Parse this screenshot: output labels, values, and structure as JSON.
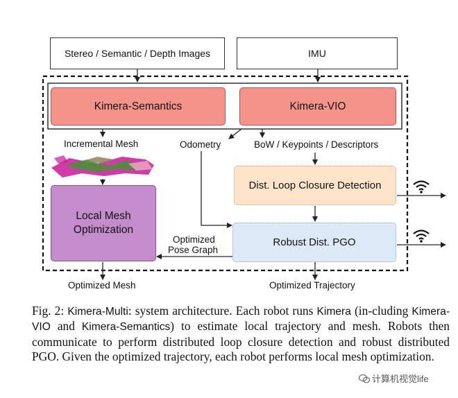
{
  "inputs": {
    "sensors": "Stereo / Semantic / Depth Images",
    "imu": "IMU"
  },
  "modules": {
    "kimera_semantics": "Kimera-Semantics",
    "kimera_vio": "Kimera-VIO",
    "loop_closure": "Dist. Loop Closure Detection",
    "pgo": "Robust Dist. PGO",
    "mesh_opt_line1": "Local Mesh",
    "mesh_opt_line2": "Optimization"
  },
  "edges": {
    "incremental_mesh": "Incremental Mesh",
    "odometry": "Odometry",
    "bow": "BoW / Keypoints / Descriptors",
    "opt_pose_line1": "Optimized",
    "opt_pose_line2": "Pose Graph"
  },
  "outputs": {
    "mesh": "Optimized Mesh",
    "trajectory": "Optimized Trajectory"
  },
  "caption": {
    "fig": "Fig. 2:",
    "s1": "Kimera-Multi",
    "t1": ": system architecture. Each robot runs ",
    "s2": "Kimera",
    "t2": " (in-cluding ",
    "s3": "Kimera-VIO",
    "t3": " and ",
    "s4": "Kimera-Semantics",
    "t4": ") to estimate local trajectory and mesh. Robots then communicate to perform distributed loop closure detection and robust distributed PGO. Given the optimized trajectory, each robot performs local mesh optimization."
  },
  "watermark": "计算机视觉life",
  "colors": {
    "kimera_module": "#f4938a",
    "loop_closure": "#fde3c9",
    "pgo": "#dde9f7",
    "mesh_opt": "#c58ccc"
  }
}
